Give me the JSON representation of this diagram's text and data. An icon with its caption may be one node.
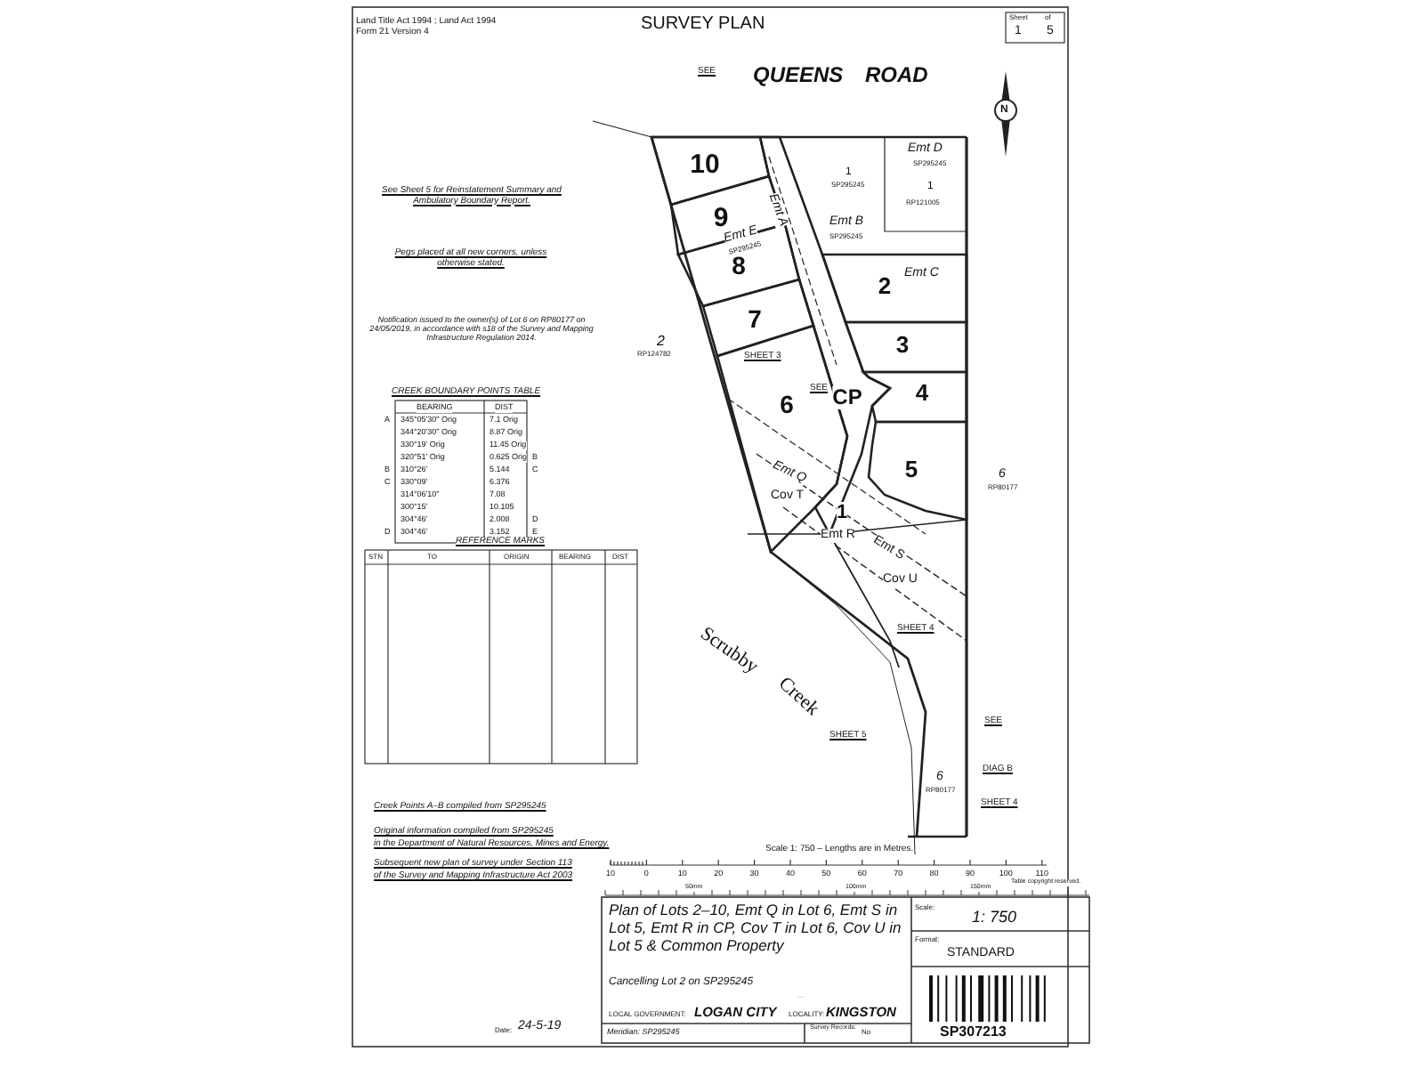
{
  "diagram": {
    "title": "SURVEY PLAN",
    "nodes": [
      {
        "text": [
          "10"
        ]
      },
      {
        "text": [
          "9"
        ]
      },
      {
        "text": [
          "8"
        ]
      },
      {
        "text": [
          "7"
        ]
      },
      {
        "text": [
          "6"
        ]
      },
      {
        "text": [
          "CP"
        ]
      },
      {
        "text": [
          "2"
        ]
      },
      {
        "text": [
          "3"
        ]
      },
      {
        "text": [
          "4"
        ]
      },
      {
        "text": [
          "5"
        ]
      }
    ],
    "edges": [],
    "labels": [
      "Land Title Act 1994 ; Land Act 1994",
      "Form 21 Version 4",
      "Sheet",
      "of",
      "1",
      "5",
      "SEE",
      "QUEENS",
      "ROAD",
      "See Sheet 5 for Reinstatement Summary and Ambulatory Boundary Report.",
      "Pegs placed at all new corners, unless otherwise stated.",
      "Notification issued to the owner(s) of Lot 6 on RP80177 on 24/05/2019, in accordance with s18 of the Survey and Mapping Infrastructure Regulation 2014.",
      "Emt D",
      "SP295245",
      "1",
      "SP295245",
      "1",
      "RP121005",
      "Emt B",
      "SP295245",
      "Emt A",
      "Emt E",
      "SP295245",
      "Emt C",
      "SHEET 3",
      "SEE",
      "2",
      "RP124782",
      "Emt Q",
      "Cov T",
      "1",
      "Emt R",
      "Emt S",
      "Cov U",
      "6",
      "RP80177",
      "Scrubby",
      "Creek",
      "SHEET 4",
      "SEE",
      "SHEET 5",
      "DIAG B",
      "SHEET 4",
      "6",
      "RP80177",
      "CREEK BOUNDARY POINTS TABLE",
      "BEARING",
      "DIST",
      "A",
      "345°05'30\" Orig",
      "7.1 Orig",
      "344°20'30\" Orig",
      "8.87 Orig",
      "330°19' Orig",
      "11.45 Orig",
      "320°51' Orig",
      "0.625 Orig",
      "B",
      "B",
      "310°26'",
      "5.144",
      "C",
      "C",
      "330°09'",
      "6.376",
      "314°06'10\"",
      "7.08",
      "300°15'",
      "10.105",
      "304°46'",
      "2.008",
      "D",
      "D",
      "304°46'",
      "3.152",
      "E",
      "REFERENCE MARKS",
      "STN",
      "TO",
      "ORIGIN",
      "BEARING",
      "DIST",
      "Creek Points A–B compiled from SP295245",
      "Original information compiled from SP295245",
      "in the Department of Natural Resources, Mines and Energy.",
      "Subsequent new plan of survey under Section 113",
      "of the Survey and Mapping Infrastructure Act 2003",
      "Scale 1: 750 – Lengths are in Metres.",
      "10",
      "0",
      "10",
      "20",
      "30",
      "40",
      "50",
      "60",
      "70",
      "80",
      "90",
      "100",
      "110",
      "50mm",
      "100mm",
      "150mm",
      "Table copyright reserved.",
      "Plan of Lots 2–10, Emt Q in Lot 6, Emt S in Lot 5, Emt R in CP, Cov T in Lot 6, Cov U in Lot 5 & Common Property",
      "Cancelling Lot 2 on SP295245",
      "LOCAL GOVERNMENT:",
      "LOGAN CITY",
      "LOCALITY:",
      "KINGSTON",
      "Meridian: SP295245",
      "Survey Records:",
      "No",
      "Scale:",
      "1: 750",
      "Format:",
      "STANDARD",
      "SP307213",
      "Date:",
      "24-5-19",
      "N"
    ]
  }
}
